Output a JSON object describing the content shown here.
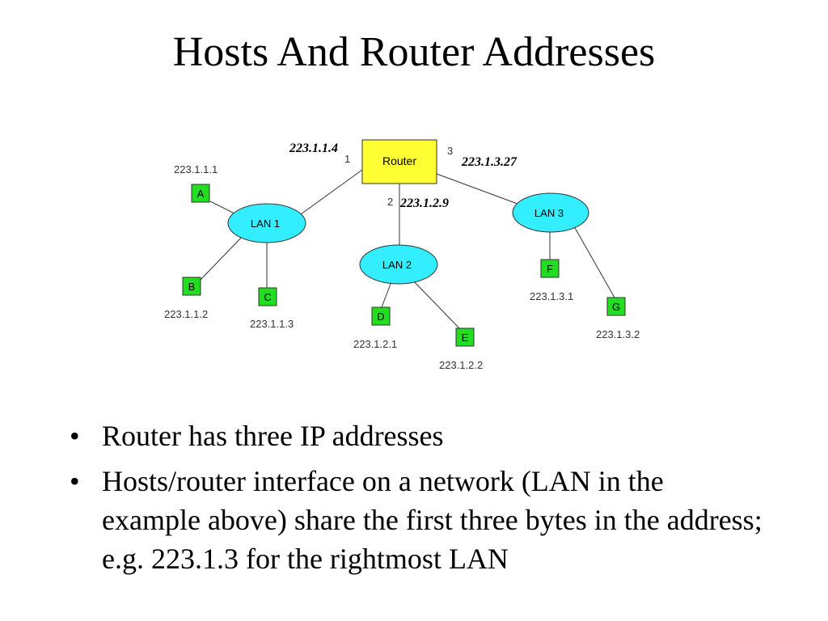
{
  "title": "Hosts And Router Addresses",
  "diagram": {
    "router": {
      "label": "Router",
      "fill": "#ffff33",
      "ports": {
        "p1": "1",
        "p2": "2",
        "p3": "3"
      }
    },
    "router_ips": {
      "p1": "223.1.1.4",
      "p2": "223.1.2.9",
      "p3": "223.1.3.27"
    },
    "lans": {
      "lan1": "LAN 1",
      "lan2": "LAN 2",
      "lan3": "LAN 3"
    },
    "lan_fill": "#33eeff",
    "host_fill": "#22dd22",
    "hosts": {
      "A": {
        "label": "A",
        "ip": "223.1.1.1"
      },
      "B": {
        "label": "B",
        "ip": "223.1.1.2"
      },
      "C": {
        "label": "C",
        "ip": "223.1.1.3"
      },
      "D": {
        "label": "D",
        "ip": "223.1.2.1"
      },
      "E": {
        "label": "E",
        "ip": "223.1.2.2"
      },
      "F": {
        "label": "F",
        "ip": "223.1.3.1"
      },
      "G": {
        "label": "G",
        "ip": "223.1.3.2"
      }
    }
  },
  "bullets": [
    "Router has three IP addresses",
    "Hosts/router interface on a network (LAN in the example above) share the first three bytes in the address; e.g. 223.1.3 for the rightmost LAN"
  ]
}
